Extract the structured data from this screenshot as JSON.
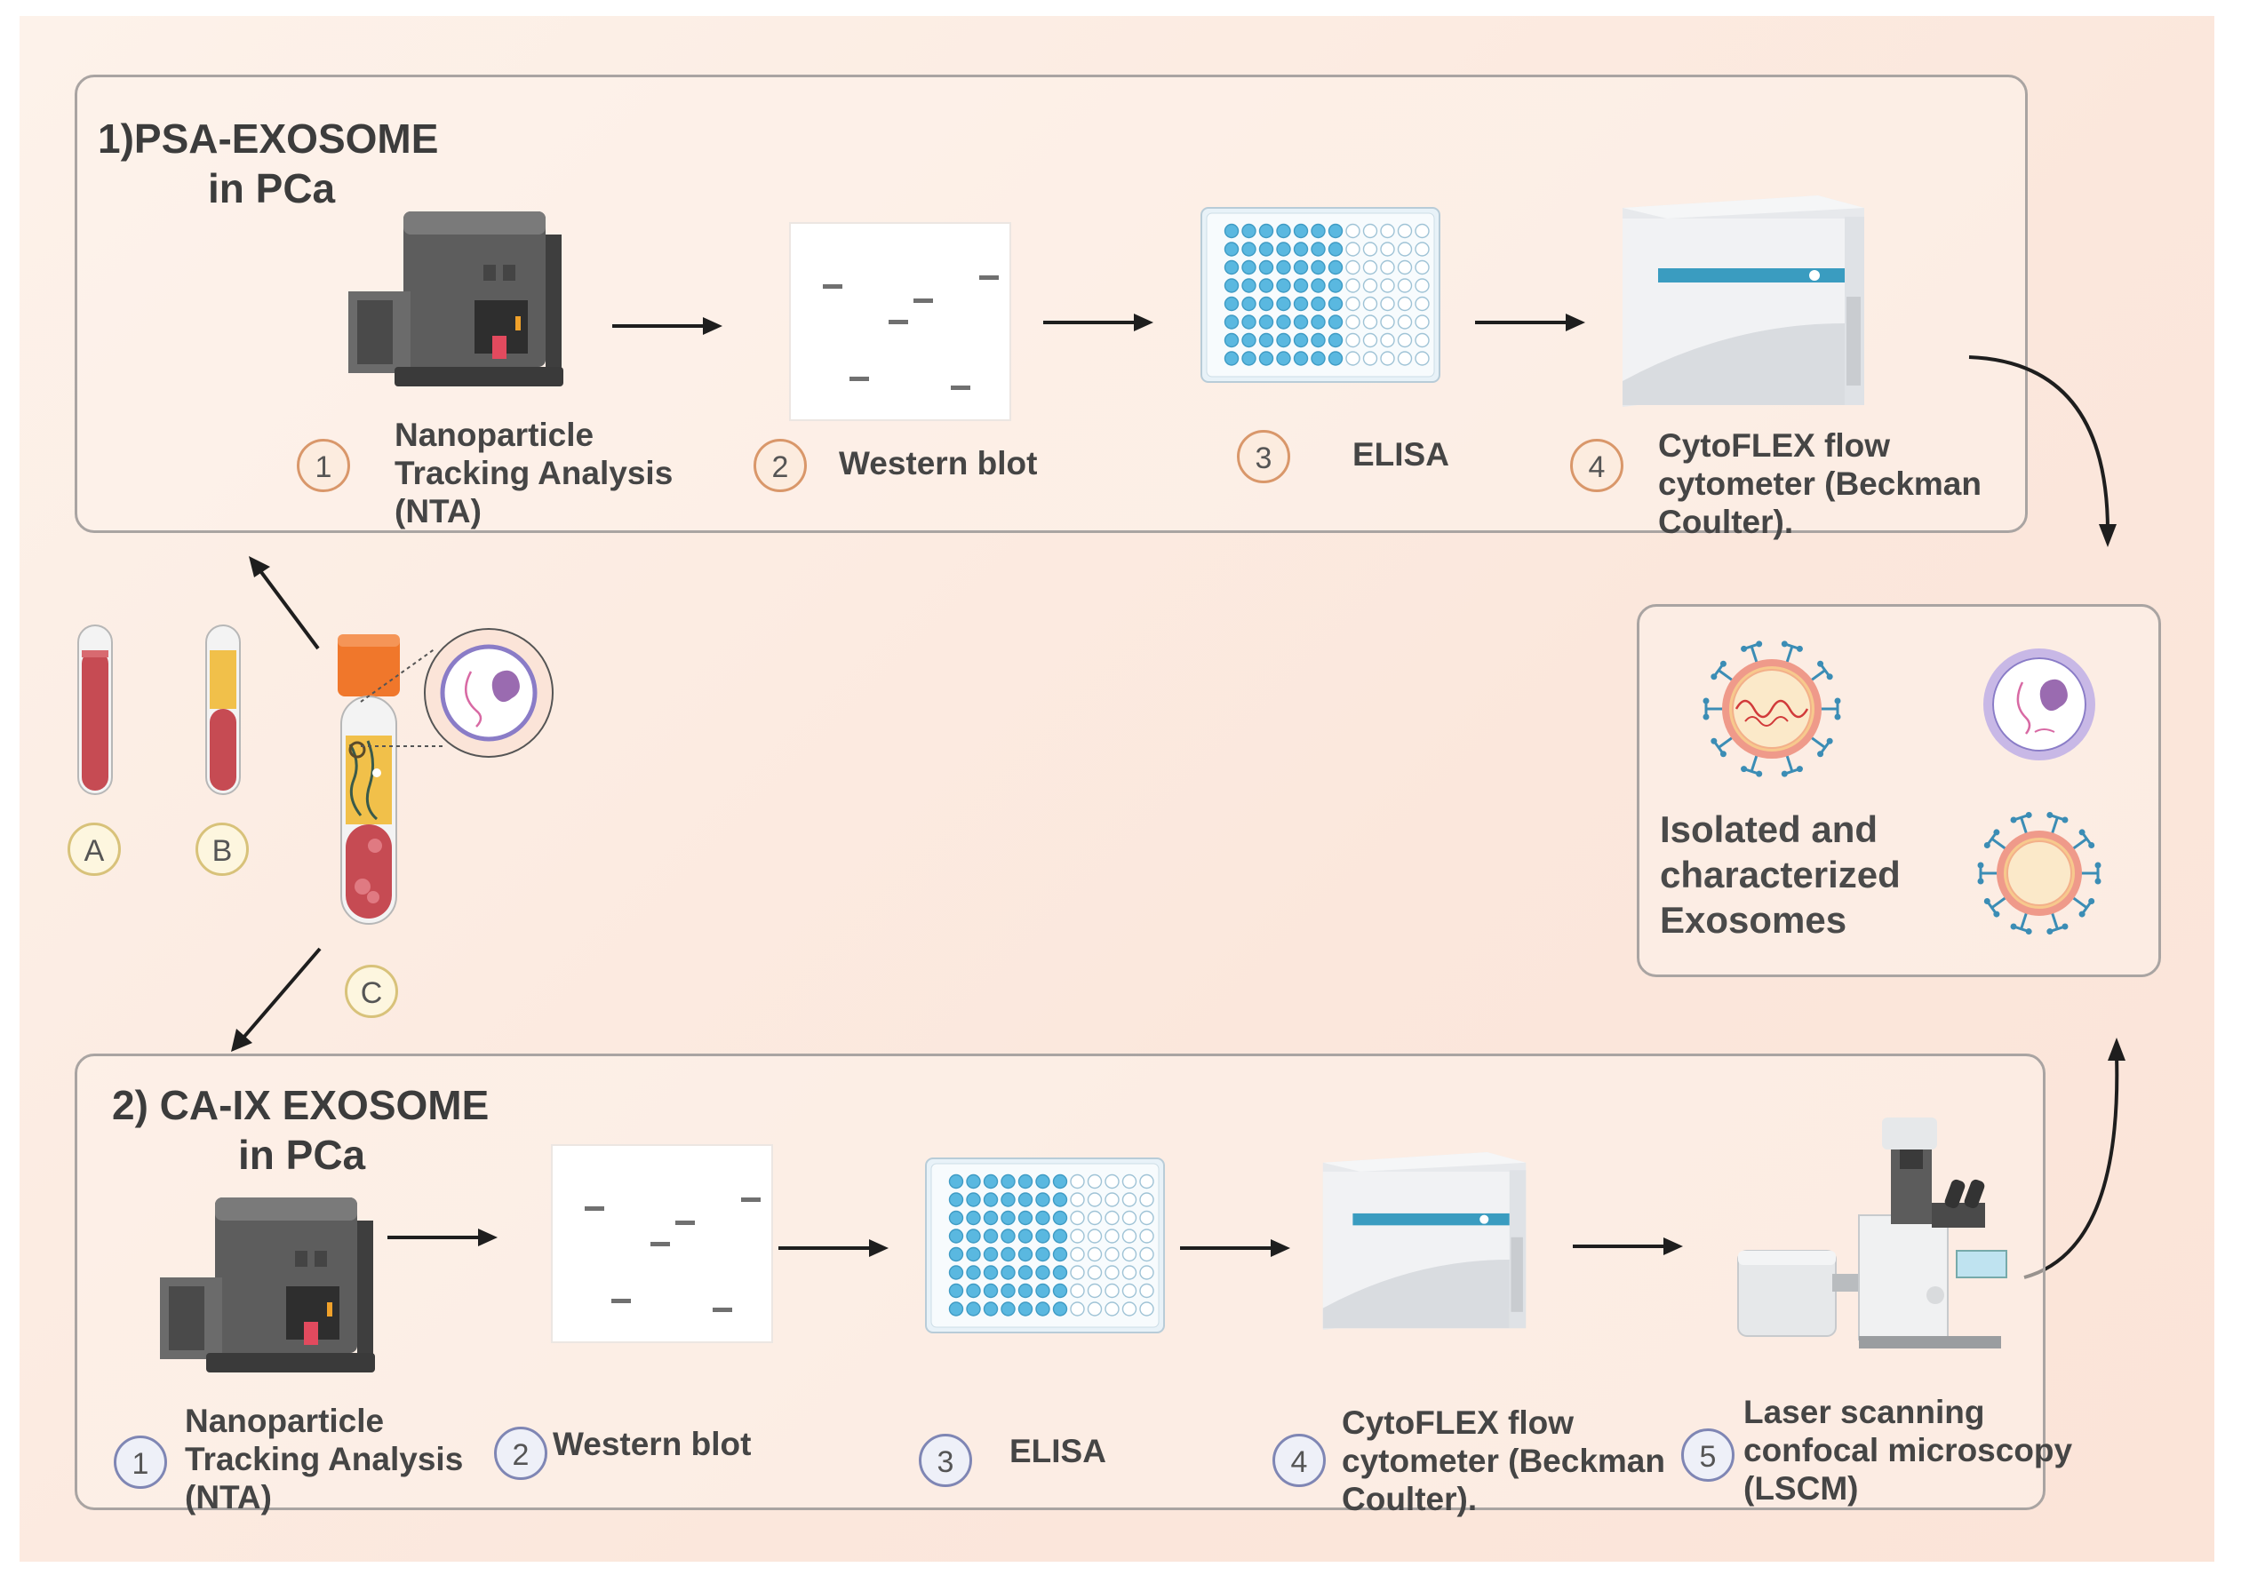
{
  "panel1": {
    "title_line1": "1)PSA-EXOSOME",
    "title_line2": "in PCa",
    "steps": [
      {
        "num": "1",
        "label_lines": [
          "Nanoparticle",
          "Tracking Analysis",
          "(NTA)"
        ],
        "icon": "nta-instrument-icon"
      },
      {
        "num": "2",
        "label_lines": [
          "Western blot"
        ],
        "icon": "western-blot-membrane-icon"
      },
      {
        "num": "3",
        "label_lines": [
          "ELISA"
        ],
        "icon": "elisa-plate-icon"
      },
      {
        "num": "4",
        "label_lines": [
          "CytoFLEX flow",
          "cytometer (Beckman",
          "Coulter)."
        ],
        "icon": "flow-cytometer-icon"
      }
    ]
  },
  "panel2": {
    "title_line1": "2) CA-IX EXOSOME",
    "title_line2": "in PCa",
    "steps": [
      {
        "num": "1",
        "label_lines": [
          "Nanoparticle",
          "Tracking Analysis",
          "(NTA)"
        ],
        "icon": "nta-instrument-icon"
      },
      {
        "num": "2",
        "label_lines": [
          "Western blot"
        ],
        "icon": "western-blot-membrane-icon"
      },
      {
        "num": "3",
        "label_lines": [
          "ELISA"
        ],
        "icon": "elisa-plate-icon"
      },
      {
        "num": "4",
        "label_lines": [
          "CytoFLEX flow",
          "cytometer (Beckman",
          "Coulter)."
        ],
        "icon": "flow-cytometer-icon"
      },
      {
        "num": "5",
        "label_lines": [
          "Laser scanning",
          "confocal microscopy",
          "(LSCM)"
        ],
        "icon": "confocal-microscope-icon"
      }
    ]
  },
  "tubes": [
    {
      "letter": "A",
      "icon": "whole-blood-tube-icon"
    },
    {
      "letter": "B",
      "icon": "separated-plasma-tube-icon"
    },
    {
      "letter": "C",
      "icon": "exosome-isolation-tube-icon"
    }
  ],
  "result": {
    "label_lines": [
      "Isolated and",
      "characterized",
      "Exosomes"
    ]
  },
  "colors": {
    "orange_badge": "#d9976a",
    "blue_badge": "#7f86b4",
    "yellow_badge": "#d8c27a",
    "elisa_well": "#5ab8e0",
    "cytometer_stripe": "#3a9cc0",
    "panel_border": "#a9a4a2"
  }
}
